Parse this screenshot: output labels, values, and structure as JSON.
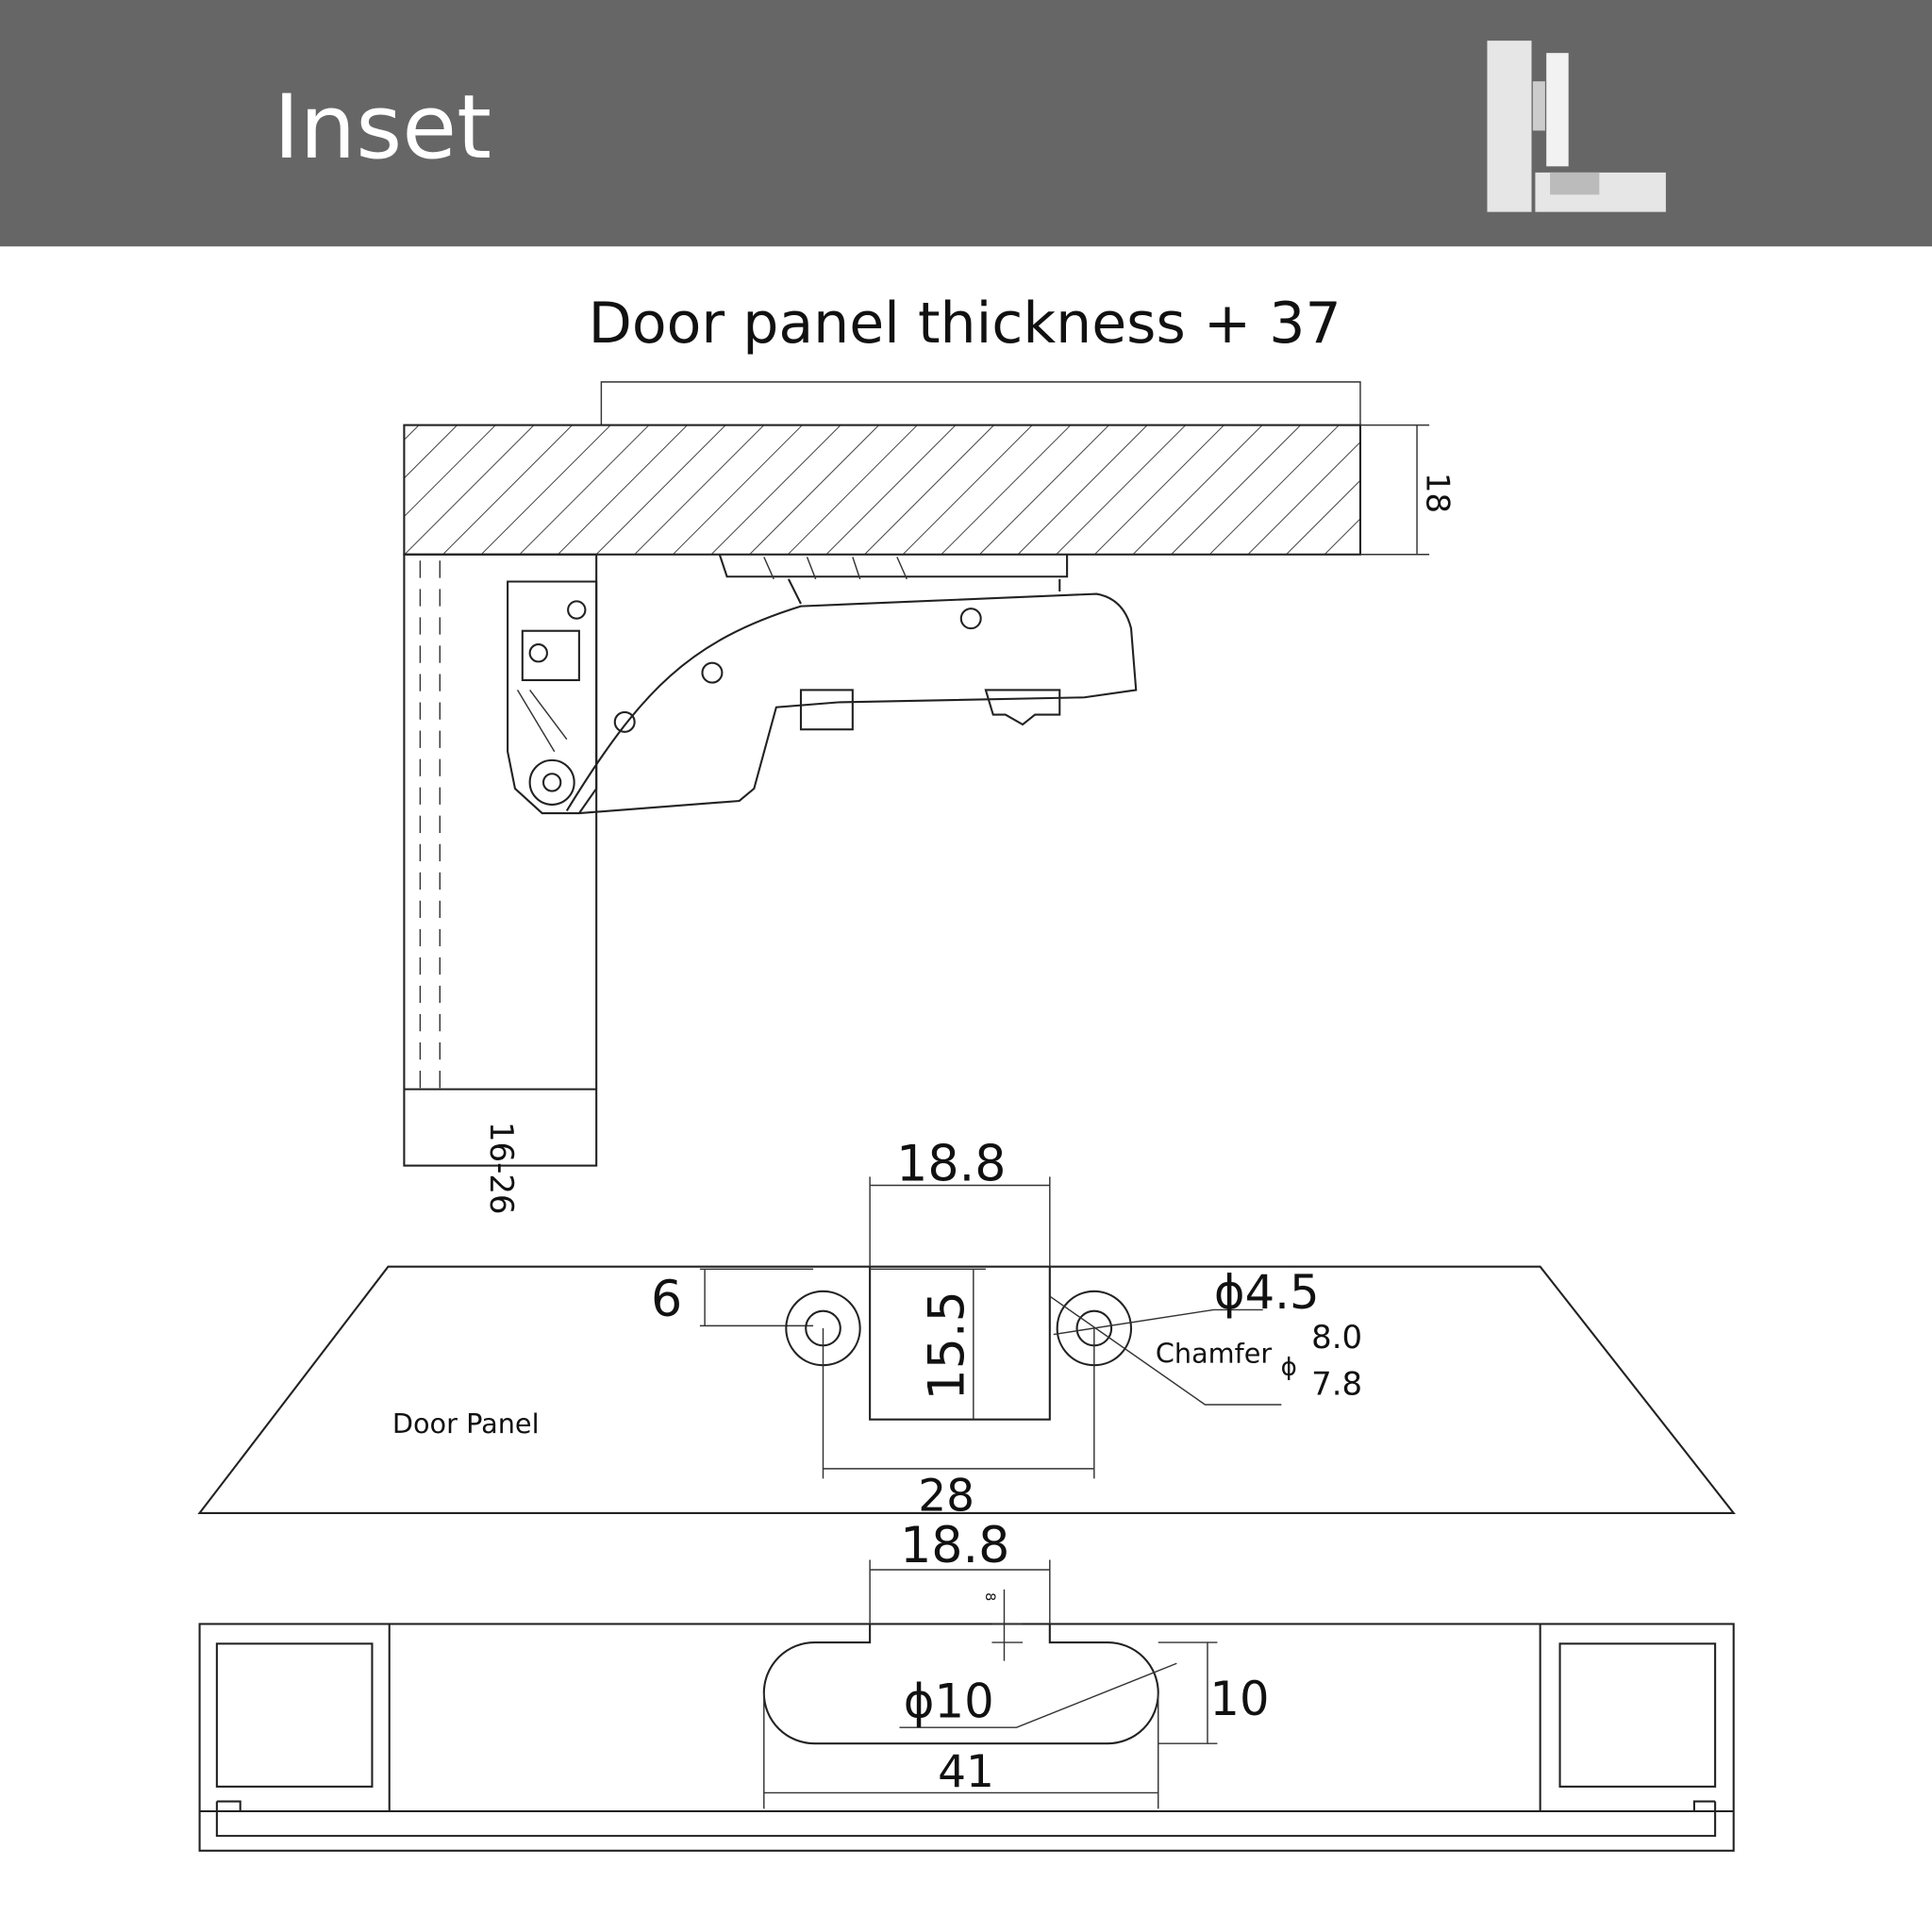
{
  "header": {
    "title": "Inset",
    "background": "#666666",
    "icon": "inset-hinge-icon"
  },
  "side_view": {
    "title": "Door panel thickness + 37",
    "cabinet_thickness": "18",
    "door_thickness_range": "16-26"
  },
  "door_drilling": {
    "cup_width": "18.8",
    "edge_distance": "6",
    "cup_depth": "15.5",
    "screw_hole_spacing": "28",
    "screw_hole_diameter": "ϕ4.5",
    "chamfer_label": "Chamfer",
    "chamfer_symbol": "ϕ",
    "chamfer_outer": "8.0",
    "chamfer_inner": "7.8",
    "panel_label": "Door Panel"
  },
  "frame_cutout": {
    "notch_width": "18.8",
    "small_offset": "8",
    "slot_diameter": "ϕ10",
    "slot_height": "10",
    "slot_length": "41"
  }
}
